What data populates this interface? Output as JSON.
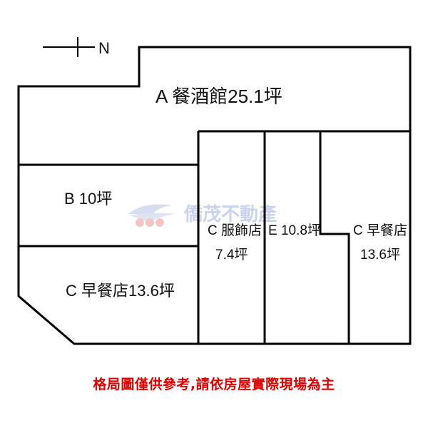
{
  "compass": {
    "label": "N"
  },
  "watermark": {
    "text": "僑茂不動產"
  },
  "units": {
    "A": {
      "name": "A 餐酒館25.1坪"
    },
    "B": {
      "name": "B 10坪"
    },
    "C_left": {
      "name": "C 早餐店13.6坪"
    },
    "C_clothing": {
      "line1": "C 服飾店",
      "line2": "7.4坪"
    },
    "E": {
      "name": "E 10.8坪"
    },
    "C_right": {
      "line1": "C 早餐店",
      "line2": "13.6坪"
    }
  },
  "note": "格局圖僅供參考,請依房屋實際現場為主",
  "colors": {
    "walls": "#000000",
    "note": "#e00000",
    "watermark": "#c9d3ec"
  }
}
